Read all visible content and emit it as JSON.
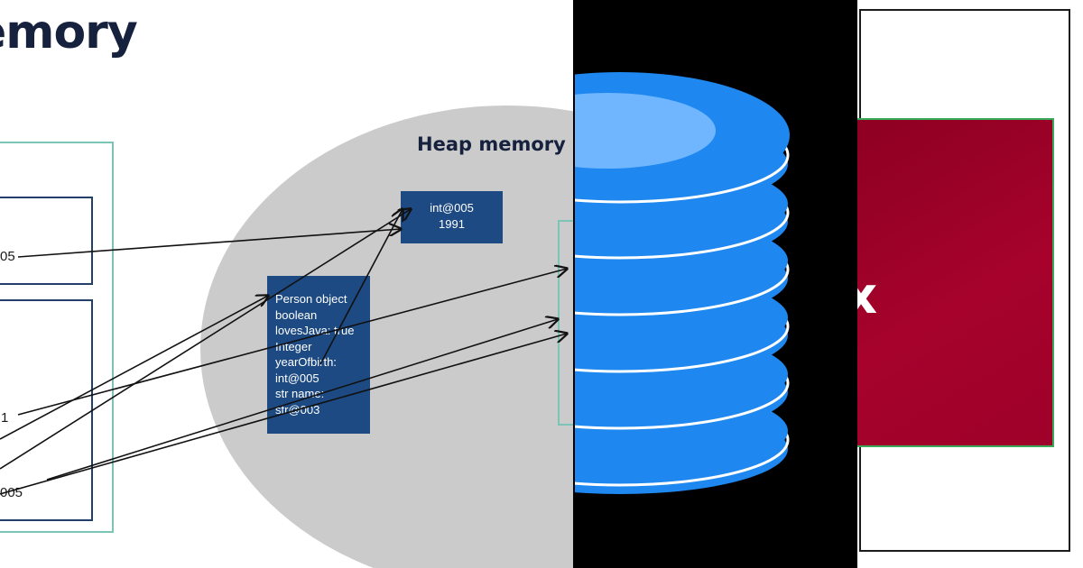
{
  "left_slide": {
    "title": "emory",
    "stack": {
      "ref_top": "05",
      "ref_middle": "1",
      "ref_bottom": "005"
    },
    "heap": {
      "label": "Heap memory",
      "int_object": {
        "lines": [
          "int@005",
          "1991"
        ]
      },
      "person_object": {
        "lines": [
          "Person object",
          "boolean",
          "lovesJava: true",
          "Integer",
          "yearOfbirth:",
          "int@005",
          "str name:",
          "str@003"
        ]
      }
    }
  },
  "middle_graphic": {
    "icon": "disk-stack-icon",
    "colors": {
      "disk": "#1e88f0",
      "highlight": "#6fb6ff",
      "edge": "#ffffff",
      "background": "#000000"
    }
  },
  "right_slide": {
    "glyph": "x",
    "colors": {
      "box": "#9e0129",
      "border": "#3aaa5a"
    }
  }
}
